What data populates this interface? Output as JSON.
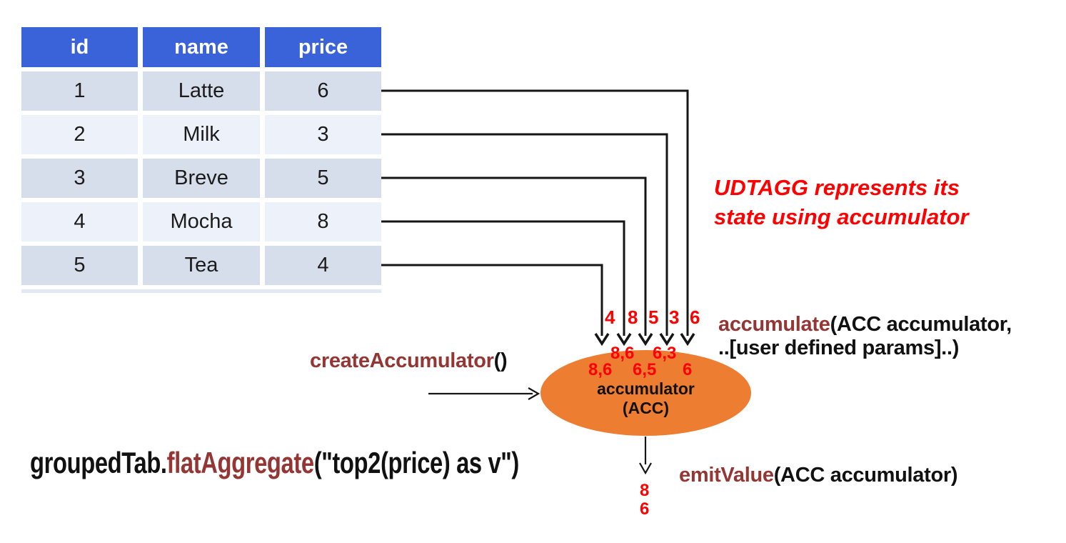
{
  "colors": {
    "header_blue": "#3B63D9",
    "row_dark": "#D7DEEB",
    "row_light": "#EDF1F9",
    "row_strip": "#E3E9F4",
    "accent_orange": "#ED7D31",
    "maroon": "#943634",
    "red": "#FF0000"
  },
  "table": {
    "headers": [
      "id",
      "name",
      "price"
    ],
    "rows": [
      [
        "1",
        "Latte",
        "6"
      ],
      [
        "2",
        "Milk",
        "3"
      ],
      [
        "3",
        "Breve",
        "5"
      ],
      [
        "4",
        "Mocha",
        "8"
      ],
      [
        "5",
        "Tea",
        "4"
      ]
    ]
  },
  "note": {
    "line1": "UDTAGG represents its",
    "line2": "state using accumulator"
  },
  "api": {
    "create_fn": "createAccumulator",
    "create_rest": "()",
    "accumulate_fn": "accumulate",
    "accumulate_rest1": "(ACC accumulator,",
    "accumulate_rest2": "..[user defined params]..)",
    "emit_fn": "emitValue",
    "emit_rest": "(ACC accumulator)"
  },
  "code": {
    "prefix": "groupedTab.",
    "fn": "flatAggregate",
    "suffix": "(\"top2(price) as v\")"
  },
  "accumulator": {
    "line1": "accumulator",
    "line2": "(ACC)"
  },
  "flow": {
    "inputs": [
      "4",
      "8",
      "5",
      "3",
      "6"
    ],
    "states_top": [
      "8,6",
      "6,3"
    ],
    "states_bottom": [
      "8,6",
      "6,5",
      "6"
    ],
    "outputs": [
      "8",
      "6"
    ]
  }
}
